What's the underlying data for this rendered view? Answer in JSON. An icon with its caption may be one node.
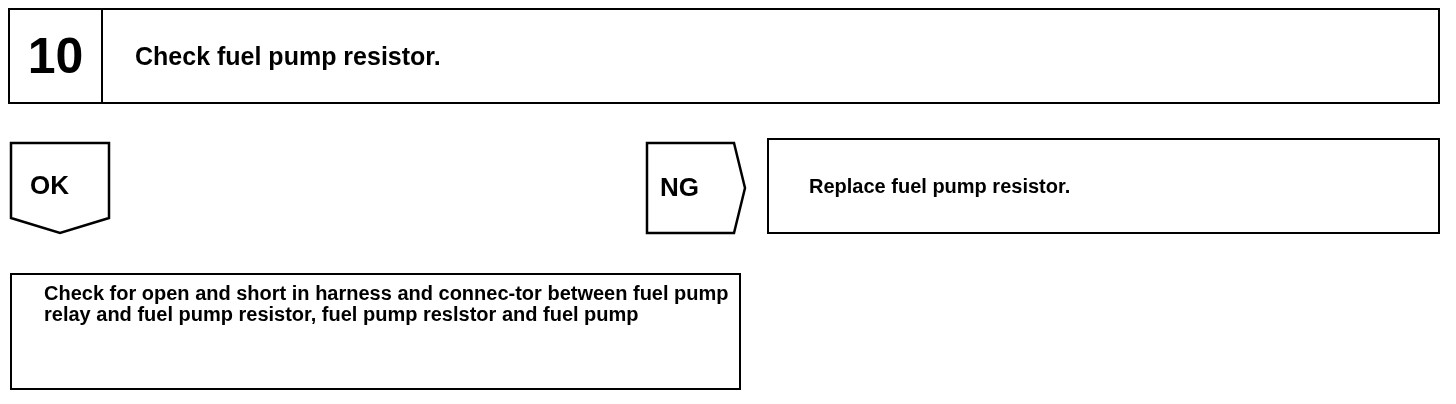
{
  "diagram": {
    "nodes": [
      {
        "text": [
          "10",
          "Check fuel pump resistor."
        ]
      },
      {
        "text": [
          "OK"
        ]
      },
      {
        "text": [
          "NG"
        ]
      },
      {
        "text": [
          "Replace fuel pump resistor."
        ]
      },
      {
        "text": [
          "Check for open and short in harness and connec-tor between fuel pump relay and fuel pump resistor, fuel pump reslstor and fuel pump"
        ]
      }
    ]
  }
}
